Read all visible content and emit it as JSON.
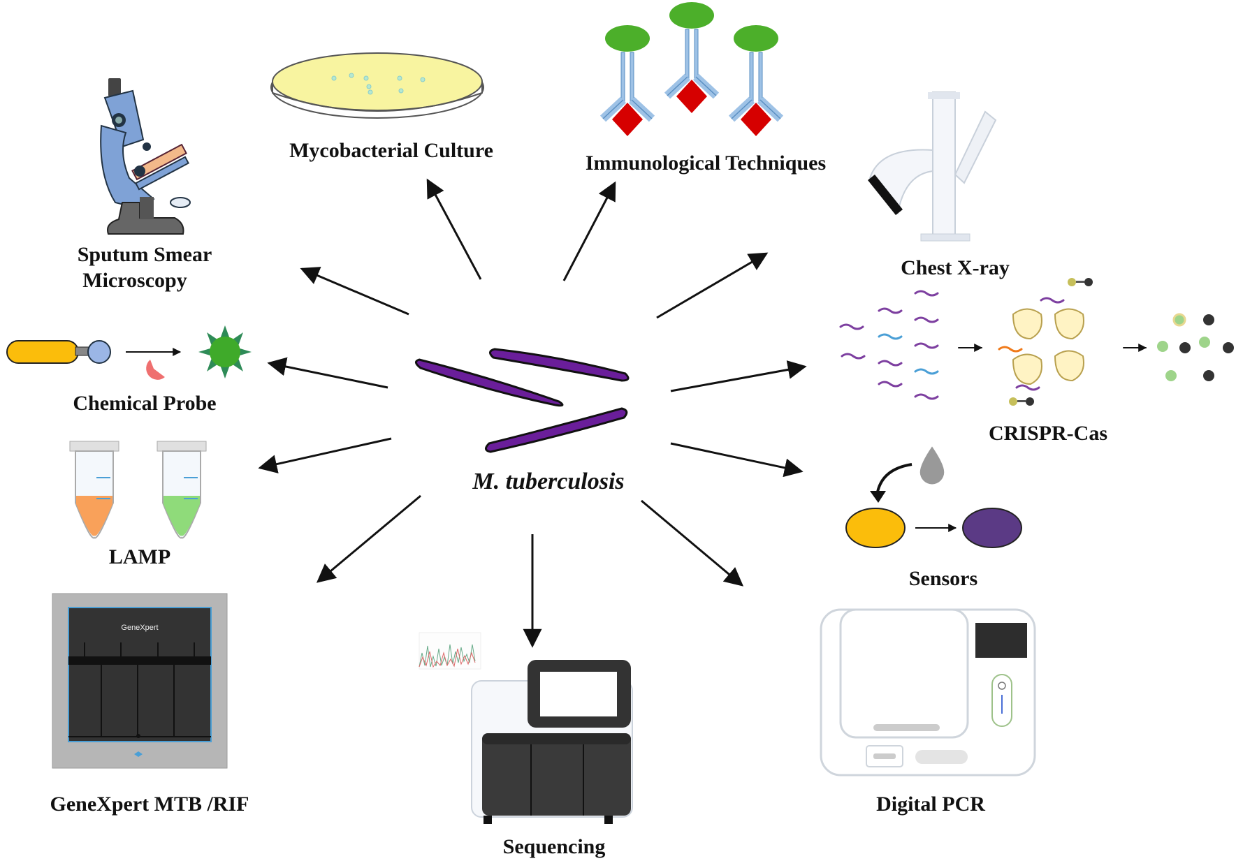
{
  "center": {
    "label": "M. tuberculosis"
  },
  "methods": [
    {
      "id": "sputum",
      "label_lines": [
        "Sputum Smear",
        "Microscopy"
      ]
    },
    {
      "id": "culture",
      "label_lines": [
        "Mycobacterial Culture"
      ]
    },
    {
      "id": "immuno",
      "label_lines": [
        "Immunological Techniques"
      ]
    },
    {
      "id": "xray",
      "label_lines": [
        "Chest X-ray"
      ]
    },
    {
      "id": "probe",
      "label_lines": [
        "Chemical Probe"
      ]
    },
    {
      "id": "crispr",
      "label_lines": [
        "CRISPR-Cas"
      ]
    },
    {
      "id": "lamp",
      "label_lines": [
        "LAMP"
      ]
    },
    {
      "id": "sensors",
      "label_lines": [
        "Sensors"
      ]
    },
    {
      "id": "genexpert",
      "label_lines": [
        "GeneXpert MTB /RIF"
      ]
    },
    {
      "id": "sequencing",
      "label_lines": [
        "Sequencing"
      ]
    },
    {
      "id": "dpcr",
      "label_lines": [
        "Digital PCR"
      ]
    }
  ],
  "device_text": {
    "genexpert_screen": "GeneXpert"
  },
  "colors": {
    "bacteria": "#6a1e9a",
    "antibody_head": "#4caf2a",
    "antigen": "#d60000",
    "lamp_orange": "#f9a15a",
    "lamp_green": "#8fdb7a",
    "sensor_yellow": "#fbbd0b",
    "sensor_purple": "#5b3a85"
  }
}
